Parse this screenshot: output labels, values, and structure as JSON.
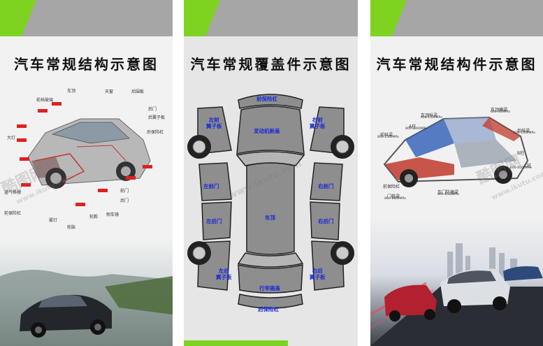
{
  "panels": [
    {
      "title": "汽车常规结构示意图",
      "labels": [
        "车顶",
        "天窗",
        "后围板",
        "前挡玻璃",
        "后门",
        "后翼子板",
        "后保险杠",
        "后门",
        "大灯",
        "进气格栅",
        "前保险杠",
        "雾灯",
        "轮胎",
        "前门",
        "轮毂",
        "侧车镜"
      ]
    },
    {
      "title": "汽车常规覆盖件示意图",
      "parts": {
        "front_bumper": "前保险杠",
        "left_front_fender": "左前\n翼子板",
        "hood": "发动机舱盖",
        "right_front_fender": "右前\n翼子板",
        "left_front_door": "左前门",
        "right_front_door": "右前门",
        "left_rear_door": "左后门",
        "roof": "车顶",
        "right_rear_door": "右后门",
        "left_rear_fender": "左后\n翼子板",
        "right_rear_fender": "右后\n翼子板",
        "trunk_lid": "行李箱盖",
        "rear_bumper": "后保险杠"
      }
    },
    {
      "title": "汽车常规结构件示意图",
      "labels": [
        "车顶纵梁",
        "车顶横梁",
        "A柱",
        "后纵梁",
        "前纵梁",
        "B柱",
        "C柱",
        "前保险杠",
        "门槛梁",
        "车门防撞梁"
      ],
      "strength_ranges": [
        "800-1500MPa",
        "600-800MPa",
        "800-2000MPa",
        "600-1000MPa",
        "800-1500MPa",
        "800-1400MPa",
        "600-1000MPa",
        "800-1400MPa",
        "800-1000MPa"
      ]
    }
  ],
  "watermarks": [
    "酷图网",
    "www.ikutu.com"
  ],
  "colors": {
    "accent_green": "#7ed321",
    "header_gray": "#a6a6a6",
    "part_label_blue": "#1a2bd6",
    "tag_red": "#e02020"
  }
}
